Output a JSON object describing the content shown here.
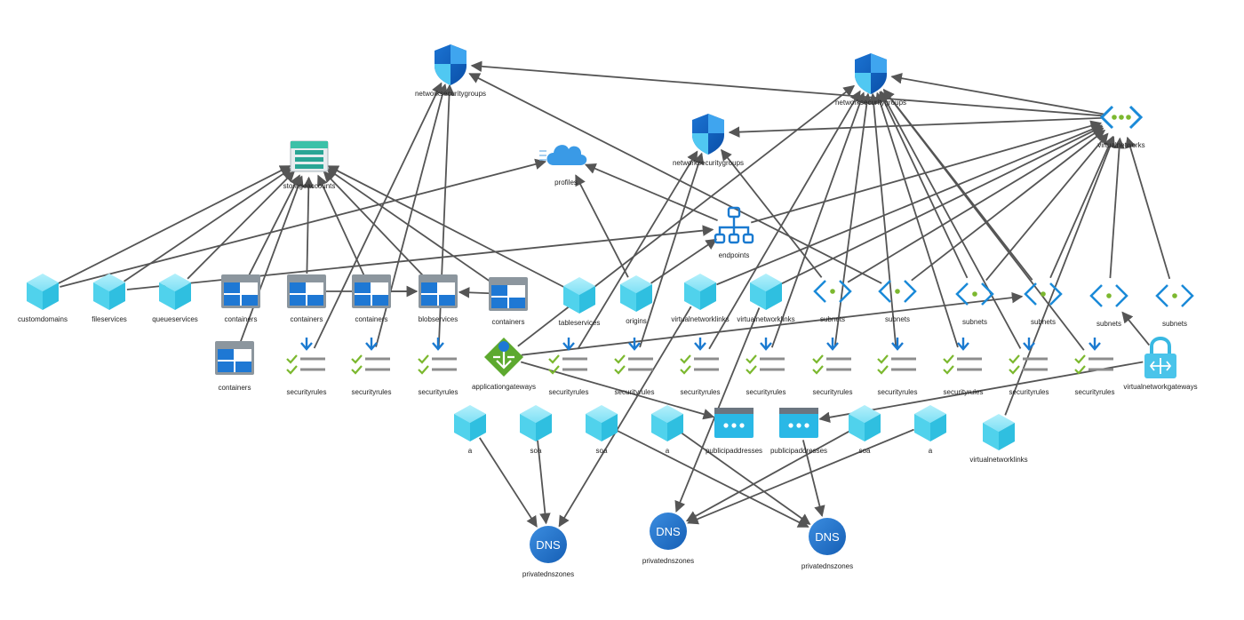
{
  "diagram": {
    "nodes": [
      {
        "id": "nsg1",
        "label": "networksecuritygroups",
        "icon": "shield-icon"
      },
      {
        "id": "nsg2",
        "label": "networksecuritygroups",
        "icon": "shield-icon"
      },
      {
        "id": "nsg3",
        "label": "networksecuritygroups",
        "icon": "shield-icon"
      },
      {
        "id": "vnet",
        "label": "virtualnetworks",
        "icon": "vnet-icon"
      },
      {
        "id": "storage",
        "label": "storageaccounts",
        "icon": "storage-icon"
      },
      {
        "id": "profiles",
        "label": "profiles",
        "icon": "cloud-icon"
      },
      {
        "id": "endpoints",
        "label": "endpoints",
        "icon": "endpoints-icon"
      },
      {
        "id": "customdomains",
        "label": "customdomains",
        "icon": "cube-icon"
      },
      {
        "id": "fileservices",
        "label": "fileservices",
        "icon": "cube-icon"
      },
      {
        "id": "queueservices",
        "label": "queueservices",
        "icon": "cube-icon"
      },
      {
        "id": "cont1",
        "label": "containers",
        "icon": "container-icon"
      },
      {
        "id": "cont2",
        "label": "containers",
        "icon": "container-icon"
      },
      {
        "id": "cont3",
        "label": "containers",
        "icon": "container-icon"
      },
      {
        "id": "blobservices",
        "label": "blobservices",
        "icon": "container-icon"
      },
      {
        "id": "cont4",
        "label": "containers",
        "icon": "container-icon"
      },
      {
        "id": "cont5",
        "label": "containers",
        "icon": "container-icon"
      },
      {
        "id": "tableservices",
        "label": "tableservices",
        "icon": "cube-icon"
      },
      {
        "id": "origins",
        "label": "origins",
        "icon": "cube-icon"
      },
      {
        "id": "vnl1",
        "label": "virtualnetworklinks",
        "icon": "cube-icon"
      },
      {
        "id": "vnl2",
        "label": "virtualnetworklinks",
        "icon": "cube-icon"
      },
      {
        "id": "sub1",
        "label": "subnets",
        "icon": "subnet-icon"
      },
      {
        "id": "sub2",
        "label": "subnets",
        "icon": "subnet-icon"
      },
      {
        "id": "sub3",
        "label": "subnets",
        "icon": "subnet-icon"
      },
      {
        "id": "sub4",
        "label": "subnets",
        "icon": "subnet-icon"
      },
      {
        "id": "sub5",
        "label": "subnets",
        "icon": "subnet-icon"
      },
      {
        "id": "sub6",
        "label": "subnets",
        "icon": "subnet-icon"
      },
      {
        "id": "sr1",
        "label": "securityrules",
        "icon": "rules-icon"
      },
      {
        "id": "sr2",
        "label": "securityrules",
        "icon": "rules-icon"
      },
      {
        "id": "sr3",
        "label": "securityrules",
        "icon": "rules-icon"
      },
      {
        "id": "appgw",
        "label": "applicationgateways",
        "icon": "gateway-icon"
      },
      {
        "id": "sr4",
        "label": "securityrules",
        "icon": "rules-icon"
      },
      {
        "id": "sr5",
        "label": "securityrules",
        "icon": "rules-icon"
      },
      {
        "id": "sr6",
        "label": "securityrules",
        "icon": "rules-icon"
      },
      {
        "id": "sr7",
        "label": "securityrules",
        "icon": "rules-icon"
      },
      {
        "id": "sr8",
        "label": "securityrules",
        "icon": "rules-icon"
      },
      {
        "id": "sr9",
        "label": "securityrules",
        "icon": "rules-icon"
      },
      {
        "id": "sr10",
        "label": "securityrules",
        "icon": "rules-icon"
      },
      {
        "id": "sr11",
        "label": "securityrules",
        "icon": "rules-icon"
      },
      {
        "id": "sr12",
        "label": "securityrules",
        "icon": "rules-icon"
      },
      {
        "id": "vng",
        "label": "virtualnetworkgateways",
        "icon": "lock-icon"
      },
      {
        "id": "a1",
        "label": "a",
        "icon": "cube-icon"
      },
      {
        "id": "soa1",
        "label": "soa",
        "icon": "cube-icon"
      },
      {
        "id": "soa2",
        "label": "soa",
        "icon": "cube-icon"
      },
      {
        "id": "a2",
        "label": "a",
        "icon": "cube-icon"
      },
      {
        "id": "pip1",
        "label": "publicipaddresses",
        "icon": "publicip-icon"
      },
      {
        "id": "pip2",
        "label": "publicipaddresses",
        "icon": "publicip-icon"
      },
      {
        "id": "soa3",
        "label": "soa",
        "icon": "cube-icon"
      },
      {
        "id": "a3",
        "label": "a",
        "icon": "cube-icon"
      },
      {
        "id": "vnl3",
        "label": "virtualnetworklinks",
        "icon": "cube-icon"
      },
      {
        "id": "pdz1",
        "label": "privatednszones",
        "icon": "dns-icon"
      },
      {
        "id": "pdz2",
        "label": "privatednszones",
        "icon": "dns-icon"
      },
      {
        "id": "pdz3",
        "label": "privatednszones",
        "icon": "dns-icon"
      }
    ],
    "edges": [
      [
        "customdomains",
        "storage"
      ],
      [
        "fileservices",
        "storage"
      ],
      [
        "queueservices",
        "storage"
      ],
      [
        "cont1",
        "storage"
      ],
      [
        "cont2",
        "storage"
      ],
      [
        "cont3",
        "storage"
      ],
      [
        "blobservices",
        "storage"
      ],
      [
        "cont4",
        "storage"
      ],
      [
        "cont5",
        "storage"
      ],
      [
        "tableservices",
        "storage"
      ],
      [
        "cont2",
        "blobservices"
      ],
      [
        "cont3",
        "blobservices"
      ],
      [
        "cont4",
        "blobservices"
      ],
      [
        "sr1",
        "nsg1"
      ],
      [
        "sr2",
        "nsg1"
      ],
      [
        "sr3",
        "nsg1"
      ],
      [
        "sub2",
        "nsg1"
      ],
      [
        "vnet",
        "nsg1"
      ],
      [
        "vnet",
        "nsg2"
      ],
      [
        "vnet",
        "nsg3"
      ],
      [
        "sr4",
        "nsg3"
      ],
      [
        "sr5",
        "nsg3"
      ],
      [
        "sub1",
        "nsg3"
      ],
      [
        "sr6",
        "nsg2"
      ],
      [
        "sr7",
        "nsg2"
      ],
      [
        "sr8",
        "nsg2"
      ],
      [
        "sr9",
        "nsg2"
      ],
      [
        "sr10",
        "nsg2"
      ],
      [
        "sr11",
        "nsg2"
      ],
      [
        "sr12",
        "nsg2"
      ],
      [
        "sub3",
        "nsg2"
      ],
      [
        "sub4",
        "nsg2"
      ],
      [
        "appgw",
        "nsg2"
      ],
      [
        "sub1",
        "vnet"
      ],
      [
        "sub2",
        "vnet"
      ],
      [
        "sub3",
        "vnet"
      ],
      [
        "sub4",
        "vnet"
      ],
      [
        "sub5",
        "vnet"
      ],
      [
        "sub6",
        "vnet"
      ],
      [
        "vnl1",
        "vnet"
      ],
      [
        "vnl2",
        "vnet"
      ],
      [
        "vnl3",
        "vnet"
      ],
      [
        "endpoints",
        "vnet"
      ],
      [
        "endpoints",
        "profiles"
      ],
      [
        "origins",
        "profiles"
      ],
      [
        "customdomains",
        "profiles"
      ],
      [
        "fileservices",
        "endpoints"
      ],
      [
        "origins",
        "endpoints"
      ],
      [
        "vng",
        "sub5"
      ],
      [
        "vng",
        "pip2"
      ],
      [
        "appgw",
        "pip1"
      ],
      [
        "appgw",
        "sub4"
      ],
      [
        "a1",
        "pdz1"
      ],
      [
        "soa1",
        "pdz1"
      ],
      [
        "vnl1",
        "pdz1"
      ],
      [
        "soa2",
        "pdz3"
      ],
      [
        "a2",
        "pdz3"
      ],
      [
        "pip2",
        "pdz3"
      ],
      [
        "soa3",
        "pdz2"
      ],
      [
        "a3",
        "pdz2"
      ],
      [
        "vnl2",
        "pdz2"
      ]
    ]
  }
}
